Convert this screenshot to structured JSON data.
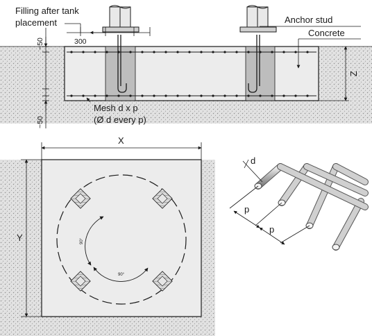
{
  "section_view": {
    "labels": {
      "filling": [
        "Filling after tank",
        "placement"
      ],
      "anchor_stud": "Anchor stud",
      "concrete": "Concrete",
      "mesh": [
        "Mesh d x p",
        "(Ø d every p)"
      ],
      "spacing": "300",
      "cover_top": "~50",
      "cover_bottom": "~50",
      "depth": "Z"
    }
  },
  "plan_view": {
    "labels": {
      "width": "X",
      "height": "Y",
      "angle_left": "90°",
      "angle_bottom": "90°"
    }
  },
  "mesh_detail": {
    "labels": {
      "diameter": "d",
      "pitch_1": "p",
      "pitch_2": "p"
    }
  },
  "colors": {
    "line": "#1a1a1a",
    "soil": "#dadada",
    "concrete": "#ececec",
    "anchor_block": "#bdbdbd"
  }
}
